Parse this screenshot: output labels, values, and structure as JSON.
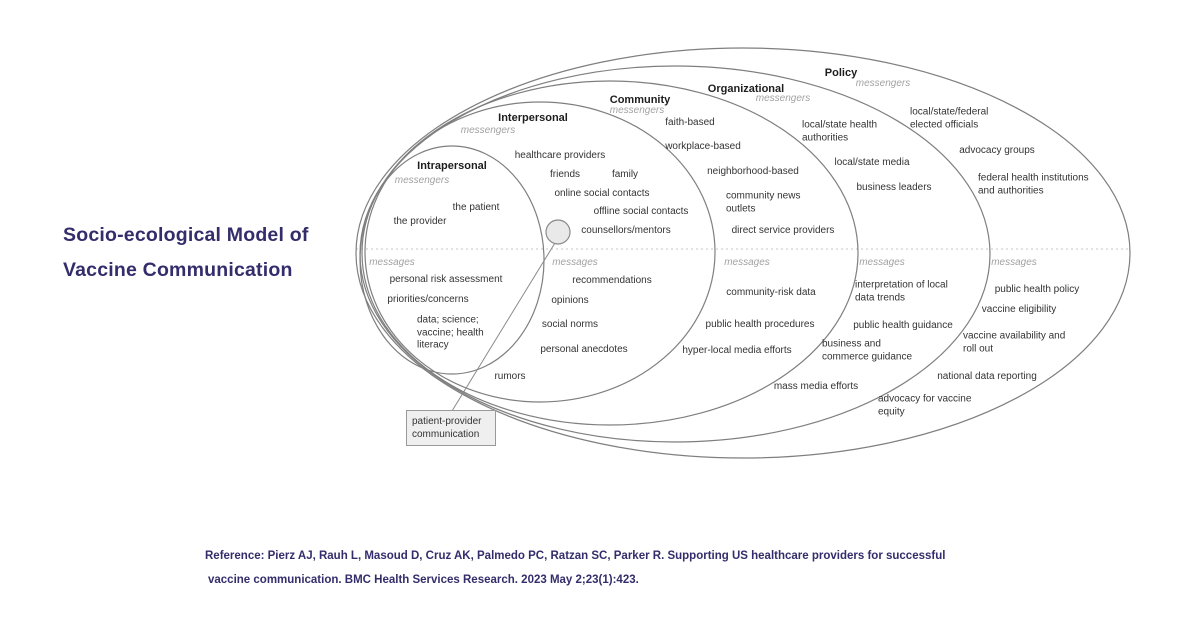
{
  "title": {
    "line1": "Socio-ecological Model of",
    "line2": "Vaccine Communication"
  },
  "reference": {
    "line1": "Reference: Pierz AJ, Rauh L, Masoud D, Cruz AK, Palmedo PC, Ratzan SC, Parker R. Supporting US healthcare providers for successful",
    "line2": "vaccine communication. BMC Health Services Research. 2023 May 2;23(1):423."
  },
  "colors": {
    "accent": "#332d6b",
    "ellipse_stroke": "#7f7f7f",
    "text": "#333333",
    "muted": "#a2a2a2"
  },
  "diagram": {
    "callout": "patient-provider\ncommunication",
    "levels": [
      {
        "title": "Intrapersonal",
        "messengers_heading": "messengers",
        "messages_heading": "messages",
        "messengers": [
          "the patient",
          "the provider"
        ],
        "messages": [
          "personal risk assessment",
          "priorities/concerns",
          "data; science;\nvaccine; health\nliteracy"
        ]
      },
      {
        "title": "Interpersonal",
        "messengers_heading": "messengers",
        "messages_heading": "messages",
        "messengers": [
          "healthcare providers",
          "friends",
          "family",
          "online social contacts",
          "offline social contacts",
          "counsellors/mentors"
        ],
        "messages": [
          "recommendations",
          "opinions",
          "social norms",
          "personal anecdotes",
          "rumors"
        ]
      },
      {
        "title": "Community",
        "messengers_heading": "messengers",
        "messages_heading": "messages",
        "messengers": [
          "faith-based",
          "workplace-based",
          "neighborhood-based",
          "community news\noutlets",
          "direct service providers"
        ],
        "messages": [
          "community-risk data",
          "public health procedures",
          "hyper-local media efforts"
        ]
      },
      {
        "title": "Organizational",
        "messengers_heading": "messengers",
        "messages_heading": "messages",
        "messengers": [
          "local/state health\nauthorities",
          "local/state media",
          "business leaders"
        ],
        "messages": [
          "interpretation of local\ndata trends",
          "public health guidance",
          "business and\ncommerce guidance",
          "mass media efforts"
        ]
      },
      {
        "title": "Policy",
        "messengers_heading": "messengers",
        "messages_heading": "messages",
        "messengers": [
          "local/state/federal\nelected officials",
          "advocacy groups",
          "federal health institutions\nand authorities"
        ],
        "messages": [
          "public health policy",
          "vaccine eligibility",
          "vaccine availability and\nroll out",
          "national data reporting",
          "advocacy for vaccine\nequity"
        ]
      }
    ]
  }
}
